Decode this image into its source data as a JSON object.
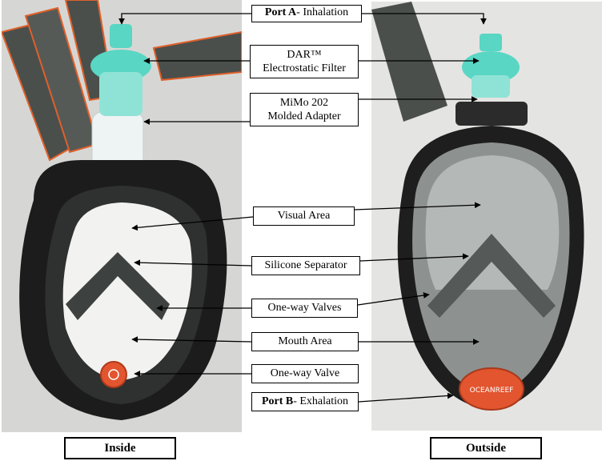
{
  "labels": {
    "port_a_bold": "Port A",
    "port_a_rest": "- Inhalation",
    "filter_line1": "DAR™",
    "filter_line2": "Electrostatic Filter",
    "adapter_line1": "MiMo 202",
    "adapter_line2": "Molded Adapter",
    "visual_area": "Visual Area",
    "silicone_separator": "Silicone Separator",
    "one_way_valves": "One-way Valves",
    "mouth_area": "Mouth Area",
    "one_way_valve": "One-way Valve",
    "port_b_bold": "Port B",
    "port_b_rest": "- Exhalation"
  },
  "captions": {
    "inside": "Inside",
    "outside": "Outside"
  },
  "logo_text": "OCEANREEF",
  "colors": {
    "strap": "#4a4f4c",
    "strap_edge": "#e0602a",
    "filter": "#59d6c4",
    "adapter": "#eef3f3",
    "mask_frame": "#1c1c1c",
    "valve": "#e2552f",
    "background_photo": "#d9d9d6"
  }
}
